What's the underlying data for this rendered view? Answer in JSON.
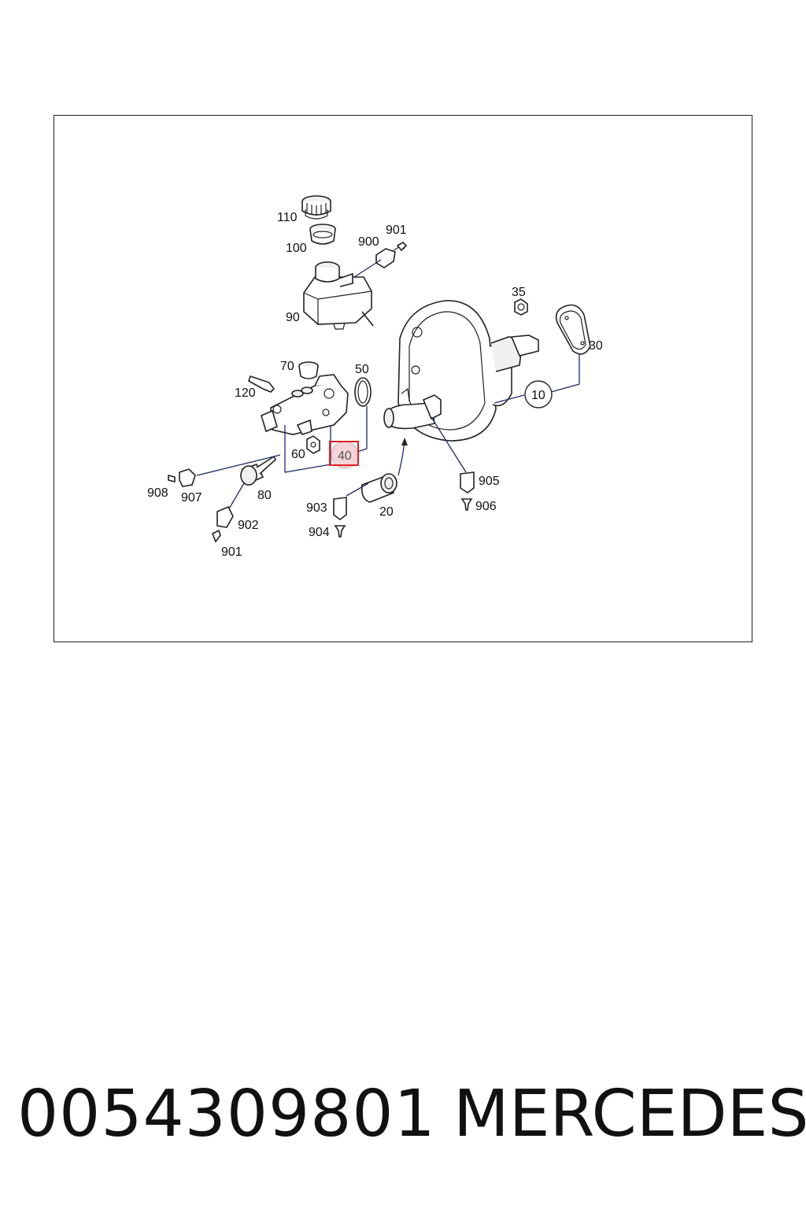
{
  "labels": {
    "l110": "110",
    "l100": "100",
    "l900": "900",
    "l901a": "901",
    "l90": "90",
    "l35": "35",
    "l30": "30",
    "l10": "10",
    "l70": "70",
    "l50": "50",
    "l120": "120",
    "l60": "60",
    "l40": "40",
    "l908": "908",
    "l907": "907",
    "l80": "80",
    "l905": "905",
    "l906": "906",
    "l903": "903",
    "l20": "20",
    "l902": "902",
    "l904": "904",
    "l901b": "901"
  },
  "highlight": {
    "color": "#e02020",
    "fill": "#f4d4d8"
  },
  "footer": {
    "part_number": "0054309801",
    "brand": "MERCEDES"
  }
}
